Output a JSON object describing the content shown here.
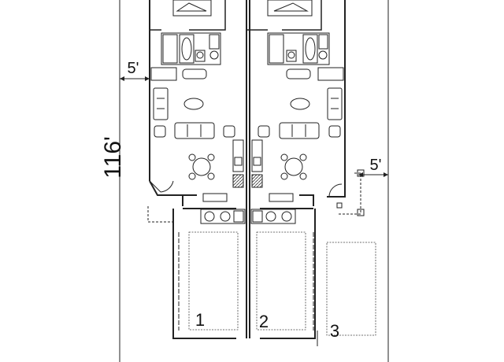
{
  "plan": {
    "dimensions": {
      "depth": "116'",
      "setback_left": "5'",
      "setback_right": "5'"
    },
    "parking_spaces": [
      "1",
      "2",
      "3"
    ]
  }
}
